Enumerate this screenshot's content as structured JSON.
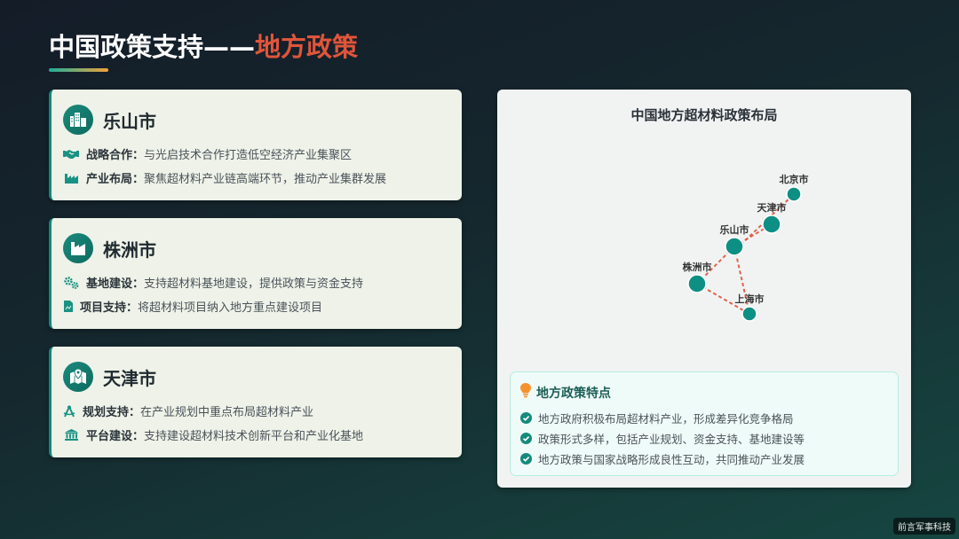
{
  "header": {
    "title_main": "中国政策支持——",
    "title_accent": "地方政策"
  },
  "cities": [
    {
      "name": "乐山市",
      "icon": "building-icon",
      "rows": [
        {
          "icon": "handshake-icon",
          "label": "战略合作：",
          "text": "与光启技术合作打造低空经济产业集聚区"
        },
        {
          "icon": "industry-icon",
          "label": "产业布局：",
          "text": "聚焦超材料产业链高端环节，推动产业集群发展"
        }
      ]
    },
    {
      "name": "株洲市",
      "icon": "factory-icon",
      "rows": [
        {
          "icon": "gears-icon",
          "label": "基地建设：",
          "text": "支持超材料基地建设，提供政策与资金支持"
        },
        {
          "icon": "file-chart-icon",
          "label": "项目支持：",
          "text": "将超材料项目纳入地方重点建设项目"
        }
      ]
    },
    {
      "name": "天津市",
      "icon": "map-pin-icon",
      "rows": [
        {
          "icon": "compass-drafting-icon",
          "label": "规划支持：",
          "text": "在产业规划中重点布局超材料产业"
        },
        {
          "icon": "landmark-icon",
          "label": "平台建设：",
          "text": "支持建设超材料技术创新平台和产业化基地"
        }
      ]
    }
  ],
  "map": {
    "title": "中国地方超材料政策布局",
    "node_color": "#0e8f84",
    "link_color": "#e2533e",
    "nodes": [
      {
        "id": "beijing",
        "label": "北京市",
        "size": "small"
      },
      {
        "id": "tianjin",
        "label": "天津市",
        "size": "large"
      },
      {
        "id": "leshan",
        "label": "乐山市",
        "size": "large"
      },
      {
        "id": "zhuzhou",
        "label": "株洲市",
        "size": "large"
      },
      {
        "id": "shanghai",
        "label": "上海市",
        "size": "small"
      }
    ],
    "links": [
      [
        "leshan",
        "beijing"
      ],
      [
        "leshan",
        "tianjin"
      ],
      [
        "leshan",
        "zhuzhou"
      ],
      [
        "leshan",
        "shanghai"
      ],
      [
        "zhuzhou",
        "shanghai"
      ]
    ]
  },
  "features": {
    "title": "地方政策特点",
    "items": [
      "地方政府积极布局超材料产业，形成差异化竞争格局",
      "政策形式多样，包括产业规划、资金支持、基地建设等",
      "地方政策与国家战略形成良性互动，共同推动产业发展"
    ]
  },
  "watermark": "前言军事科技"
}
